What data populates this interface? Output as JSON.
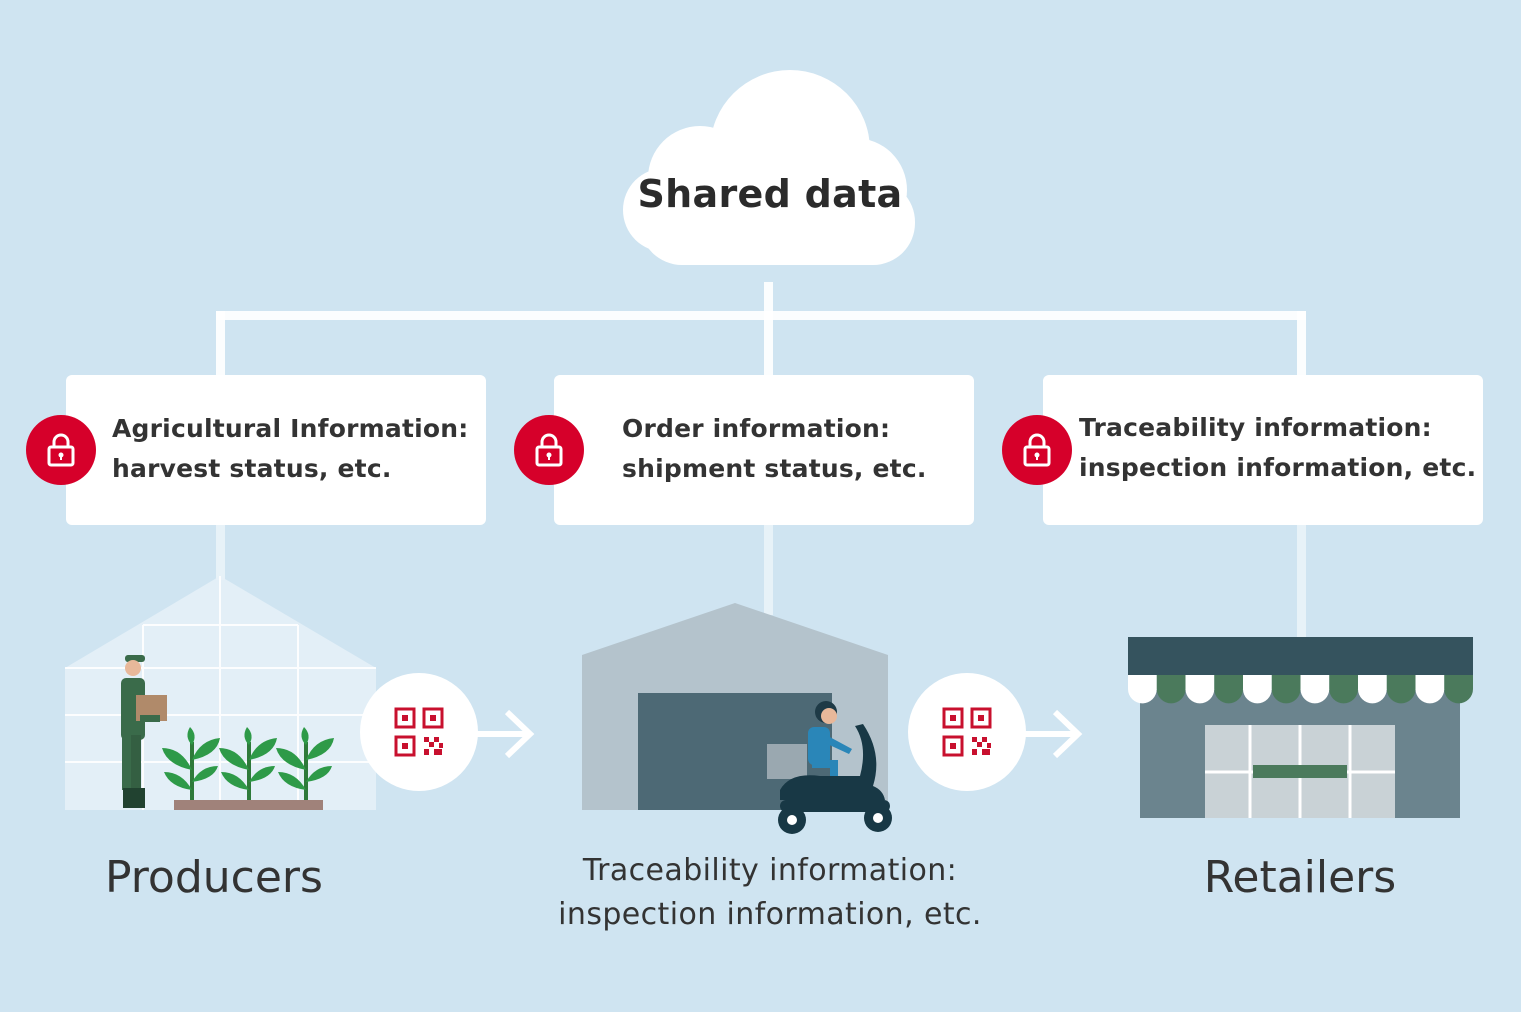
{
  "cloud": {
    "title": "Shared data"
  },
  "cards": [
    {
      "line1": "Agricultural Information:",
      "line2": "harvest status, etc."
    },
    {
      "line1": "Order information:",
      "line2": "shipment status, etc."
    },
    {
      "line1": "Traceability information:",
      "line2": "inspection information, etc."
    }
  ],
  "nodes": {
    "producers": "Producers",
    "warehouse_line1": "Traceability information:",
    "warehouse_line2": "inspection information, etc.",
    "retailers": "Retailers"
  },
  "colors": {
    "background": "#cfe4f1",
    "lock_red": "#d6002a",
    "qr_red": "#c8102e",
    "farmer_green": "#3a6b4a",
    "awning_dark": "#35535e",
    "awning_green": "#4b7a5c"
  },
  "icons": [
    "lock-icon",
    "qr-code-icon",
    "arrow-right-icon",
    "cloud-icon",
    "greenhouse-icon",
    "warehouse-icon",
    "scooter-icon",
    "store-icon"
  ]
}
